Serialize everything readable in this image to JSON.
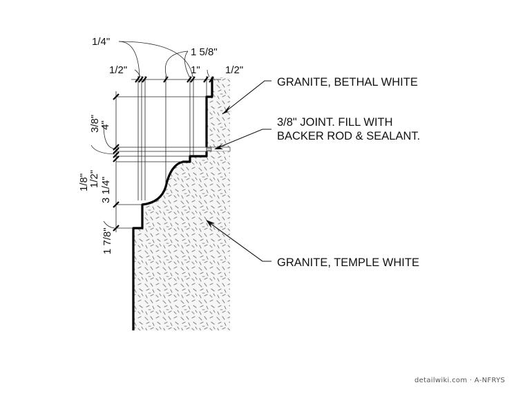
{
  "labels": {
    "granite_upper": "GRANITE, BETHAL WHITE",
    "joint_line1": "3/8\" JOINT. FILL WITH",
    "joint_line2": "BACKER ROD & SEALANT.",
    "granite_lower": "GRANITE, TEMPLE WHITE"
  },
  "dimensions": {
    "top_quarter": "1/4\"",
    "top_one_five_eighths": "1 5/8\"",
    "top_half_left": "1/2\"",
    "top_one_inch": "1\"",
    "top_half_right": "1/2\"",
    "side_three_eighths": "3/8\"",
    "side_four": "4\"",
    "side_one_eighth": "1/8\"",
    "side_half": "1/2\"",
    "side_three_quarter": "3 1/4\"",
    "side_one_seven_eighths": "1 7/8\""
  },
  "credit": "detailwiki.com · A-NFRYS",
  "colors": {
    "line": "#000000",
    "hatch": "#8a8a8a",
    "fill": "#f4f4f4"
  }
}
